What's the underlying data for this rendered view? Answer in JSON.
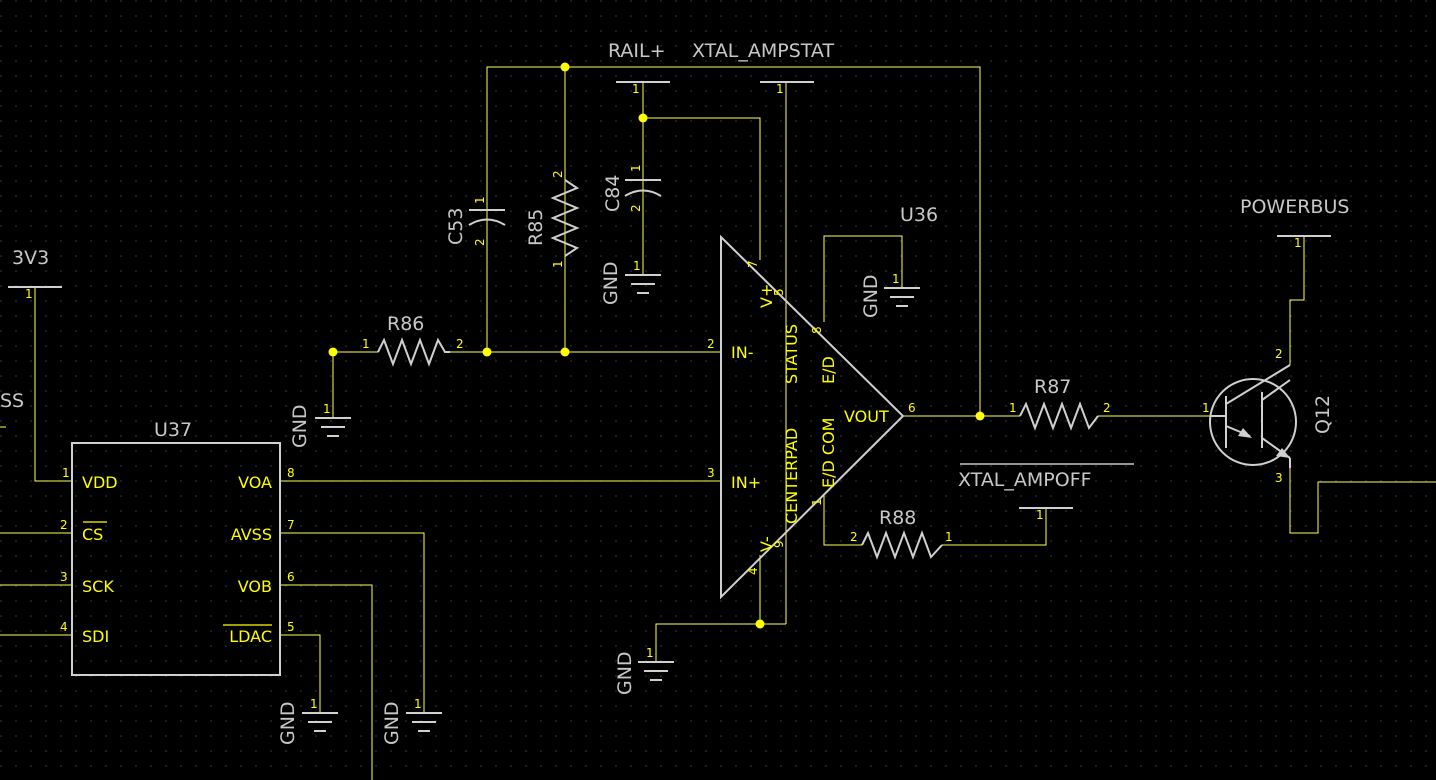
{
  "nets": {
    "v3v3": "3V3",
    "ss": "SS",
    "rail": "RAIL+",
    "ampstat": "XTAL_AMPSTAT",
    "powerbus": "POWERBUS",
    "ampoff": "XTAL_AMPOFF",
    "gnd": "GND"
  },
  "refs": {
    "u37": "U37",
    "u36": "U36",
    "r86": "R86",
    "r85": "R85",
    "c53": "C53",
    "c84": "C84",
    "r87": "R87",
    "r88": "R88",
    "q12": "Q12"
  },
  "u37_pins": {
    "vdd": "VDD",
    "cs": "CS",
    "sck": "SCK",
    "sdi": "SDI",
    "voa": "VOA",
    "avss": "AVSS",
    "vob": "VOB",
    "ldac": "LDAC"
  },
  "u36_pins": {
    "in_minus": "IN-",
    "in_plus": "IN+",
    "vplus": "V+",
    "vminus": "V-",
    "vout": "VOUT",
    "status": "STATUS",
    "ed_top": "E/D",
    "centerpad": "CENTERPAD",
    "ed_com": "E/D COM"
  },
  "pin_numbers": {
    "n1": "1",
    "n2": "2",
    "n3": "3",
    "n4": "4",
    "n5": "5",
    "n6": "6",
    "n7": "7",
    "n8": "8",
    "n9": "9"
  },
  "colors": {
    "background": "#000000",
    "wire": "#ffff4d",
    "component": "#d0d0d0",
    "label": "#c8c8c8",
    "pin_text": "#ffff00"
  }
}
